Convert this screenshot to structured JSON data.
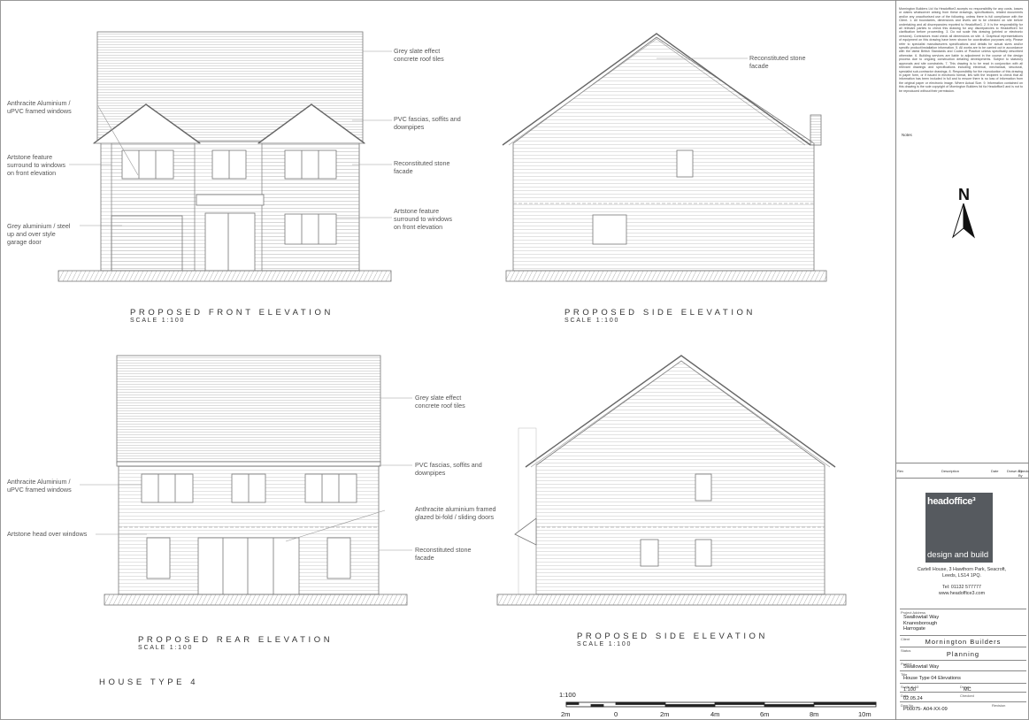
{
  "front": {
    "roof": "Grey slate effect\nconcrete roof tiles",
    "windows": "Anthracite Aluminium /\nuPVC framed windows",
    "fascias": "PVC fascias, soffits and\ndownpipes",
    "surround_left": "Artstone feature\nsurround to windows\non front elevation",
    "facade": "Reconstituted stone\nfacade",
    "garage": "Grey aluminium / steel\nup and over style\ngarage door",
    "surround_right": "Artstone feature\nsurround to windows\non front elevation",
    "title": "PROPOSED FRONT ELEVATION",
    "scale": "SCALE 1:100"
  },
  "side1": {
    "facade": "Reconstituted stone\nfacade",
    "title": "PROPOSED SIDE ELEVATION",
    "scale": "SCALE 1:100"
  },
  "rear": {
    "roof": "Grey slate effect\nconcrete roof tiles",
    "windows": "Anthracite Aluminium /\nuPVC framed windows",
    "fascias": "PVC fascias, soffits and\ndownpipes",
    "doors": "Anthracite aluminium framed\nglazed bi-fold / sliding doors",
    "head": "Artstone head over windows",
    "facade": "Reconstituted stone\nfacade",
    "title": "PROPOSED REAR ELEVATION",
    "scale": "SCALE 1:100"
  },
  "side2": {
    "title": "PROPOSED SIDE ELEVATION",
    "scale": "SCALE 1:100"
  },
  "house_type": "HOUSE TYPE 4",
  "scalebar": {
    "ratio": "1:100",
    "ticks": [
      "2m",
      "0",
      "2m",
      "4m",
      "6m",
      "8m",
      "10m"
    ]
  },
  "titleblock": {
    "notes": "Mornington Builders Ltd t/a Headoffice3 accepts no responsibility for any costs, losses or claims whatsoever arising from these drawings, specifications, related documents and/or any unauthorised use of the following, unless there is full compliance with the Client. 1. All boundaries, dimensions and levels are to be checked on site before undertaking and all discrepancies reported to Headoffice3. 2. It is the responsibility for all relevant parties to check this drawing for any discrepancies to Headoffice3 for clarification before proceeding. 3. Do not scale this drawing (printed or electronic versions). Contractors must check all dimensions on site. 4. Graphical representations of equipment on this drawing have been shown for coordination purposes only. Please refer to specialist manufacturers specifications and details for actual sizes and/or specific product/installation information. 5. All works are to be carried out in accordance with the latest British Standards and Codes of Practice unless specifically described otherwise. 6. Building services are liable to adjustment in the course of the design process due to ongoing construction detailing developments. Subject to statutory approvals and site constraints. 7. This drawing is to be read in conjunction with all relevant drawings and specifications including electrical, mechanical, structural, specialist sub-contractor drawings. 8. Responsibility for the reproduction of this drawing in paper form, or if issued in electronic format, lies with the recipient to check that all information has been included in full and to ensure there is no loss of information from the original paper or electronic image. Where Actual Size. 9. Information contained on this drawing is the sole copyright of Mornington Builders ltd t/a Headoffice3 and is not to be reproduced without their permission.",
    "notes_label": "Notes",
    "north": "N",
    "rev_headers": [
      "Rev",
      "Description",
      "Date",
      "Drawn By",
      "Checked By"
    ],
    "logo_name": "headoffice³",
    "logo_tag": "design and build",
    "address": "Cartell House, 3 Hawthorn Park, Seacroft,\nLeeds, LS14 1PQ.",
    "tel": "Tel: 01132 577777",
    "web": "www.headoffice3.com",
    "project_address_label": "Project Address",
    "project_address": "Swallowtail Way\nKnaresborough\nHarrogate",
    "client_label": "Client",
    "client": "Mornington Builders",
    "status_label": "Status",
    "status": "Planning",
    "project_label": "Project",
    "project": "Swallowtail Way",
    "title_label": "Title",
    "title": "House Type 04 Elevations",
    "scale_label": "Scale at A3",
    "scale": "1:100",
    "drawn_label": "Drawn",
    "drawn": "MC",
    "date_label": "Date",
    "date": "02.05.24",
    "checked_label": "Checked",
    "checked": "",
    "dwg_label": "Dwg No",
    "dwg": "P00075- A04-XX-09",
    "revision_label": "Revision"
  }
}
